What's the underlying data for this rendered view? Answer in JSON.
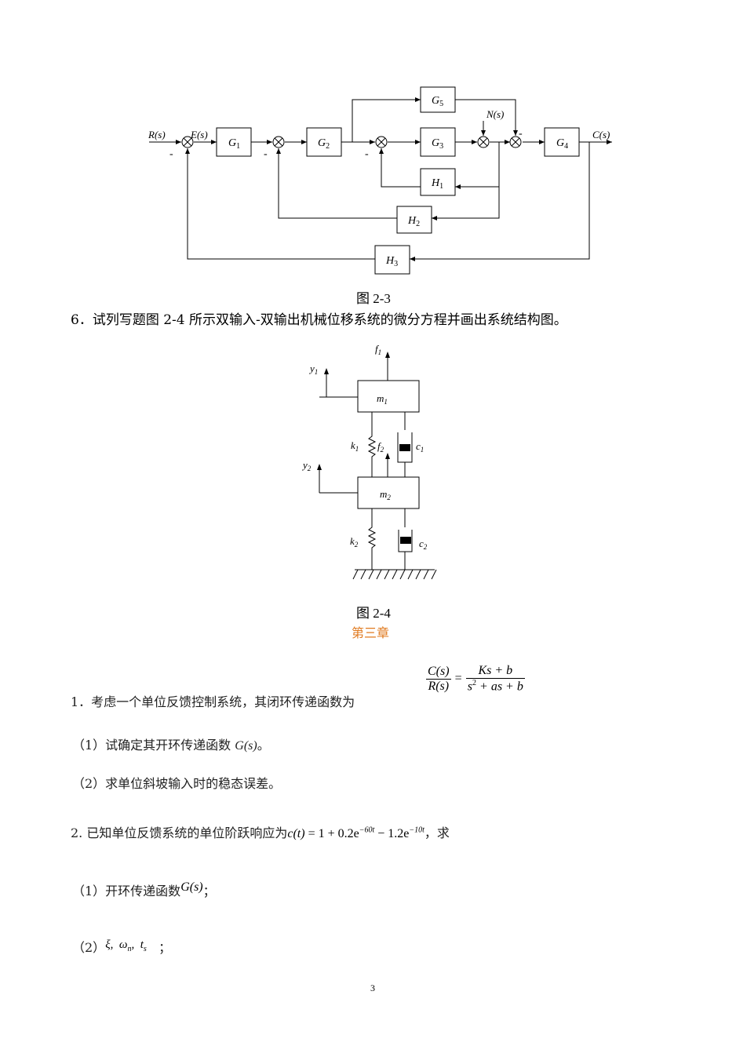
{
  "fig23": {
    "caption": "图 2-3",
    "R": "R(s)",
    "E": "E(s)",
    "C": "C(s)",
    "N": "N(s)",
    "minus": "-",
    "blocks": {
      "G1": {
        "base": "G",
        "sub": "1"
      },
      "G2": {
        "base": "G",
        "sub": "2"
      },
      "G3": {
        "base": "G",
        "sub": "3"
      },
      "G4": {
        "base": "G",
        "sub": "4"
      },
      "G5": {
        "base": "G",
        "sub": "5"
      },
      "H1": {
        "base": "H",
        "sub": "1"
      },
      "H2": {
        "base": "H",
        "sub": "2"
      },
      "H3": {
        "base": "H",
        "sub": "3"
      }
    }
  },
  "q6": {
    "text": "6．试列写题图 2-4 所示双输入-双输出机械位移系统的微分方程并画出系统结构图。"
  },
  "fig24": {
    "caption": "图 2-4",
    "f": "f",
    "y": "y",
    "m": "m",
    "k": "k",
    "c": "c",
    "one": "1",
    "two": "2"
  },
  "chapter": {
    "title": "第三章"
  },
  "q31": {
    "text": "1．考虑一个单位反馈控制系统，其闭环传递函数为",
    "num_l": "C(s)",
    "den_l": "R(s)",
    "eq": "=",
    "num_r": "Ks + b",
    "den_r_a": "s",
    "den_r_exp": "2",
    "den_r_b": " + as + b",
    "sub1_pre": "（1）试确定其开环传递函数 ",
    "sub1_G": "G(s)",
    "sub1_post": "。",
    "sub2": "（2）求单位斜坡输入时的稳态误差。"
  },
  "q32": {
    "text": "2. 已知单位反馈系统的单位阶跃响应为",
    "ct": "c(t)",
    "eq": " = 1 + 0.2e",
    "exp1": "−60t",
    "mid": " − 1.2e",
    "exp2": "−10t",
    "post": "，求",
    "sub1_pre": "（1）开环传递函数",
    "sub1_G": "G(s)",
    "sub1_post": "；",
    "sub2_pre": "（2）",
    "xi": "ξ,",
    "wn": "ω",
    "wn_sub": "n",
    "comma": ",",
    "ts": "t",
    "ts_sub": "s",
    "sub2_post": "；"
  },
  "page": {
    "number": "3"
  }
}
